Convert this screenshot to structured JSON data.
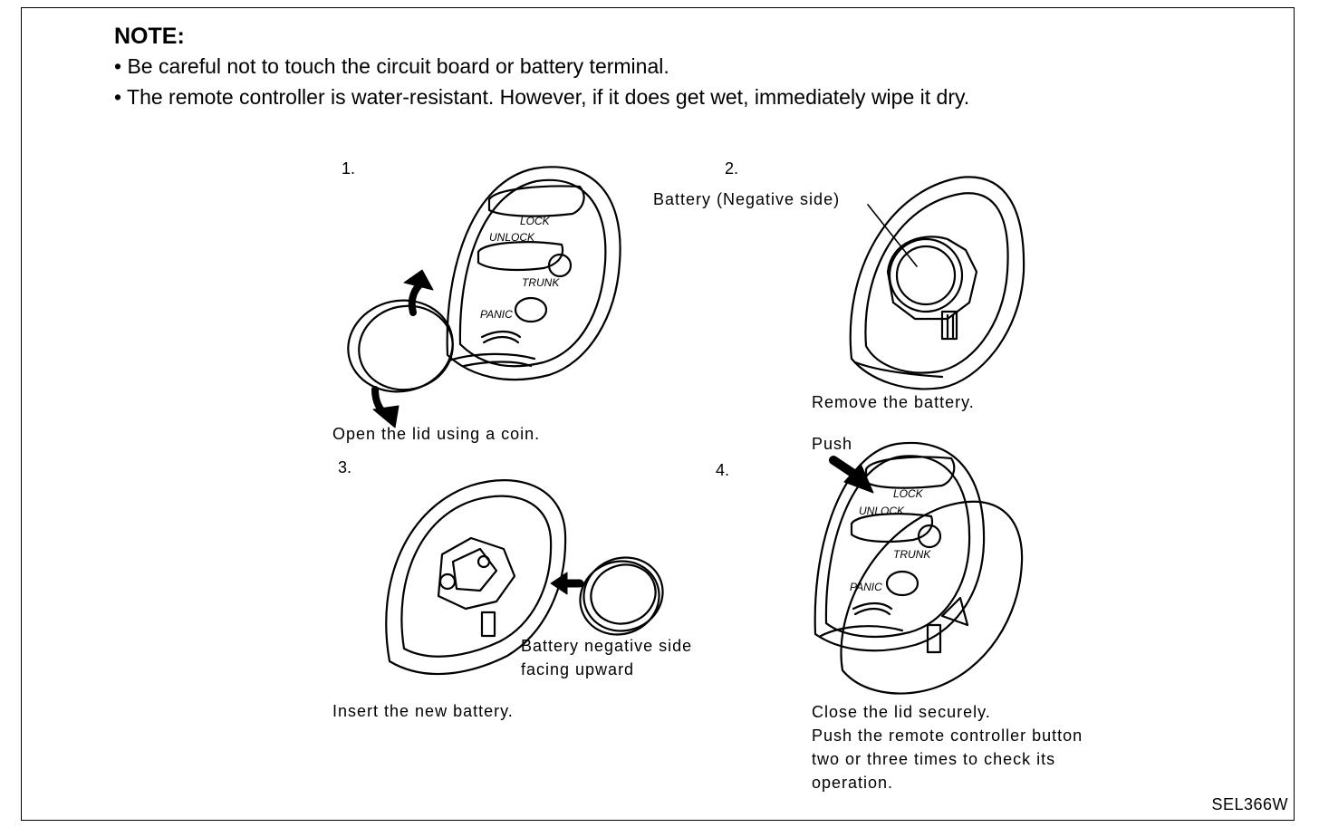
{
  "note": {
    "title": "NOTE:",
    "bullets": [
      "• Be careful not to touch the circuit board or battery terminal.",
      "• The remote controller is water-resistant. However, if it does get wet, immediately wipe it dry."
    ]
  },
  "steps": [
    {
      "number": "1.",
      "caption": "Open the lid using a coin.",
      "buttons": [
        "LOCK",
        "UNLOCK",
        "TRUNK",
        "PANIC"
      ]
    },
    {
      "number": "2.",
      "callout": "Battery (Negative side)",
      "caption": "Remove the battery."
    },
    {
      "number": "3.",
      "callout": [
        "Battery negative side",
        "facing upward"
      ],
      "caption": "Insert the new battery."
    },
    {
      "number": "4.",
      "callout": "Push",
      "buttons": [
        "LOCK",
        "UNLOCK",
        "TRUNK",
        "PANIC"
      ],
      "caption": [
        "Close the lid securely.",
        "Push the remote controller button",
        "two or three times to check its",
        "operation."
      ]
    }
  ],
  "figure_code": "SEL366W"
}
